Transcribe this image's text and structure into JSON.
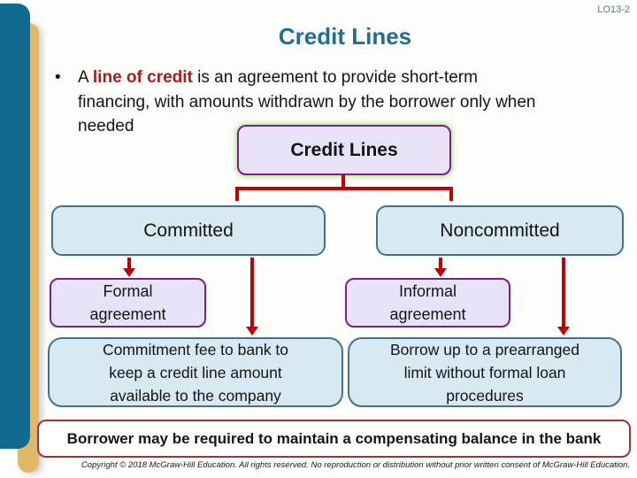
{
  "header": {
    "lo_tag": "LO13-2",
    "title": "Credit Lines"
  },
  "bullet": {
    "marker": "•",
    "prefix": "A ",
    "highlight": "line of credit",
    "suffix": " is an agreement to provide short-term",
    "line2": "financing, with amounts withdrawn by the borrower only when",
    "line3": "needed"
  },
  "diagram": {
    "root": "Credit Lines",
    "left_branch": "Committed",
    "right_branch": "Noncommitted",
    "left_sub": {
      "lines": [
        "Formal",
        "agreement"
      ]
    },
    "right_sub": {
      "lines": [
        "Informal",
        "agreement"
      ]
    },
    "left_detail": {
      "lines": [
        "Commitment fee to bank to",
        "keep a credit line amount",
        "available to the company"
      ]
    },
    "right_detail": {
      "lines": [
        "Borrow up to a prearranged",
        "limit without formal loan",
        "procedures"
      ]
    }
  },
  "banner": "Borrower may be required to maintain a compensating balance in the bank",
  "copyright": "Copyright © 2018 McGraw-Hill Education. All rights reserved. No reproduction or distribution without prior written consent of McGraw-Hill Education.",
  "colors": {
    "title_teal": "#1E6E96",
    "highlight_red": "#A61D1D",
    "connector_red": "#BE0000",
    "lavender_fill": "#E8E2F6",
    "purple_border": "#7B2080",
    "blue_fill": "#D8E9F3",
    "blue_border": "#44708E",
    "banner_border": "#9D3238",
    "sidebar_blue": "#136A90",
    "sidebar_gold": "#DFB969"
  }
}
